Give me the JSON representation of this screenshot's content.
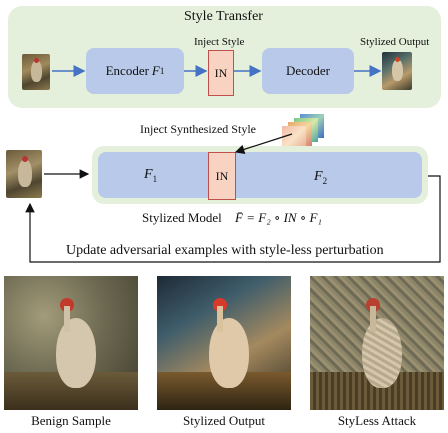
{
  "style_transfer": {
    "title": "Style Transfer",
    "encoder_label": "Encoder ",
    "encoder_math": "F",
    "encoder_sub": "1",
    "inject_style_label": "Inject Style",
    "in_label": "IN",
    "decoder_label": "Decoder",
    "stylized_output_label": "Stylized Output"
  },
  "stylized_model": {
    "inject_synthesized_label": "Inject Synthesized Style",
    "f1_math": "F",
    "f1_sub": "1",
    "in_label": "IN",
    "f2_math": "F",
    "f2_sub": "2",
    "caption_text": "Stylized Model",
    "equation": "F̄ = F₂ ∘ IN ∘ F₁"
  },
  "feedback_label": "Update adversarial examples with style-less perturbation",
  "bottom_row": {
    "captions": [
      "Benign Sample",
      "Stylized Output",
      "StyLess Attack"
    ]
  },
  "colors": {
    "panel_green": "#e4efdc",
    "box_blue": "#b8c9ea",
    "in_box": "#f9d3c1",
    "in_border": "#c0504d",
    "arrow_blue": "#4472c4"
  }
}
